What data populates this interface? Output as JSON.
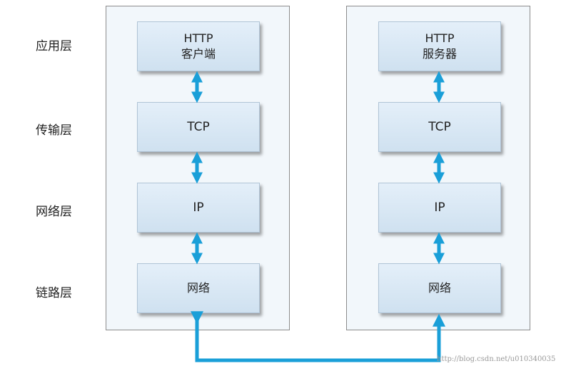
{
  "layers": {
    "application": "应用层",
    "transport": "传输层",
    "network": "网络层",
    "link": "链路层"
  },
  "client": {
    "app_line1": "HTTP",
    "app_line2": "客户端",
    "transport": "TCP",
    "network": "IP",
    "link": "网络"
  },
  "server": {
    "app_line1": "HTTP",
    "app_line2": "服务器",
    "transport": "TCP",
    "network": "IP",
    "link": "网络"
  },
  "watermark": "http://blog.csdn.net/u010340035",
  "colors": {
    "arrow": "#1a9fd8",
    "box_fill": "#dbe9f5",
    "stack_fill": "#f2f7fb"
  }
}
